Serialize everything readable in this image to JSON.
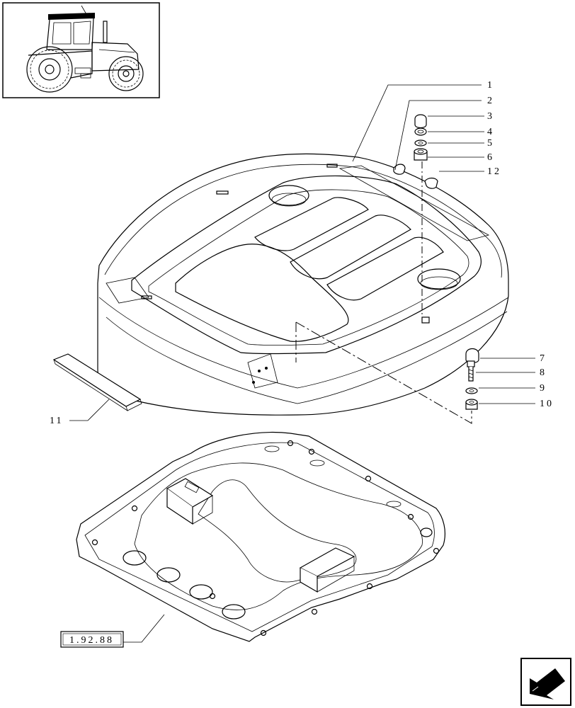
{
  "diagram": {
    "callouts": [
      {
        "id": "1"
      },
      {
        "id": "2"
      },
      {
        "id": "3"
      },
      {
        "id": "4"
      },
      {
        "id": "5"
      },
      {
        "id": "6"
      },
      {
        "id": "7"
      },
      {
        "id": "8"
      },
      {
        "id": "9"
      },
      {
        "id": "10"
      },
      {
        "id": "11"
      },
      {
        "id": "12"
      }
    ],
    "reference_label": "1.92.88",
    "icons": {
      "thumbnail": "tractor-icon",
      "navigation": "arrow-icon"
    }
  }
}
